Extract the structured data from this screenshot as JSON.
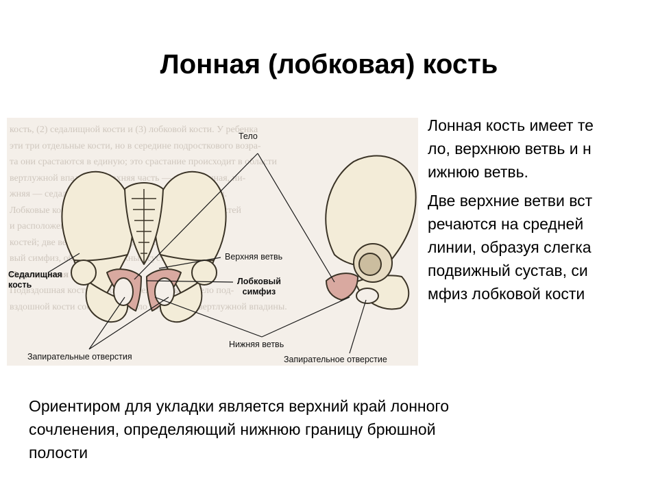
{
  "slide": {
    "title": "Лонная (лобковая) кость"
  },
  "figure": {
    "background_text": [
      "кость, (2) седалищной кости и (3) лобковой кости. У ребенка",
      "эти три отдельные кости, но в середине подросткового возра-",
      "та они срастаются в единую; это срастание происходит в области",
      "вертлужной впадины. Верхняя часть — подвздошная, ни-",
      "жняя — седалищная, служащая опорой при сидении.",
      "Лобковые кости — самая передняя часть тазовых костей",
      "и расположены над верхними краями седалищных",
      "костей; две верхние ветви соединяются в лобко-",
      "вый симфиз, образуя подвижный сустав.",
      "Подвздошная кость",
      "Подвздошная кость состоит из тела и крыла. Тело под-",
      "вздошной кости составляет около двух пятых вертлужной впадины."
    ],
    "labels": {
      "body": "Тело",
      "ischial_line1": "Седалищная",
      "ischial_line2": "кость",
      "superior_ramus": "Верхняя ветвь",
      "symphysis_line1": "Лобковый",
      "symphysis_line2": "симфиз",
      "inferior_ramus": "Нижняя ветвь",
      "obturator_plural": "Запирательные отверстия",
      "obturator_single": "Запирательное отверстие"
    }
  },
  "side_text": {
    "p1": [
      "Лонная кость имеет те",
      "ло, верхнюю ветвь и н",
      "ижнюю ветвь."
    ],
    "p2": [
      "Две верхние ветви вст",
      "речаются на средней",
      "линии, образуя слегка",
      "подвижный сустав, си",
      "мфиз лобковой кости"
    ]
  },
  "bottom_text": [
    "Ориентиром для укладки является верхний край лонного",
    "сочленения, определяющий нижнюю границу брюшной",
    "полости"
  ],
  "colors": {
    "bone_fill": "#f3ecd8",
    "bone_stroke": "#3a3326",
    "pubis_fill": "#d9a9a0",
    "figure_background": "#f4efe9"
  }
}
